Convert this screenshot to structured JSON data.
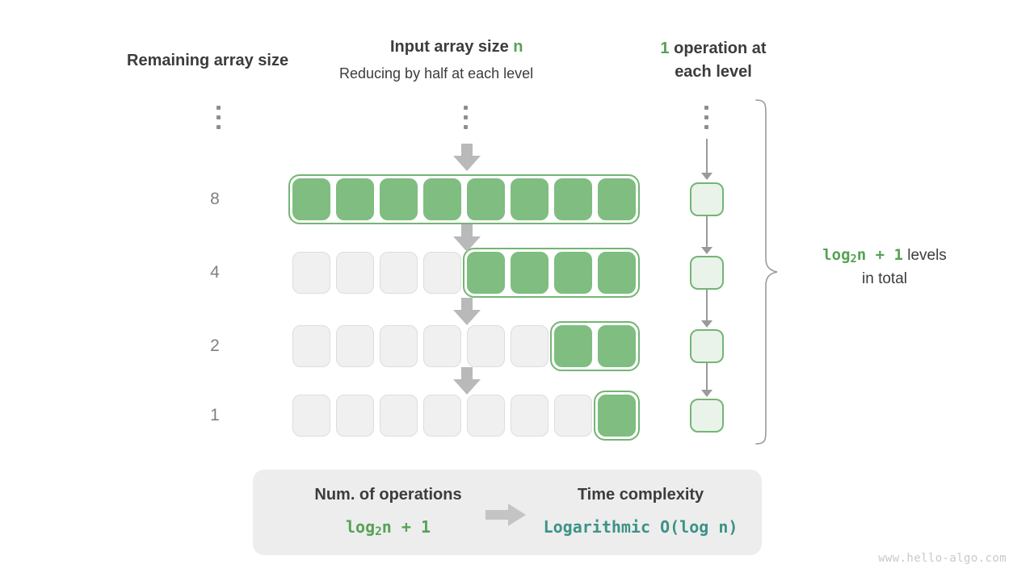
{
  "headers": {
    "left": "Remaining array size",
    "middle_title_prefix": "Input array size ",
    "middle_title_symbol": "n",
    "middle_subtitle": "Reducing by half at each level",
    "right_count": "1",
    "right_text_line1": " operation at",
    "right_text_line2": "each level"
  },
  "ellipsis": {
    "left": "vertical-ellipsis",
    "middle": "vertical-ellipsis",
    "right": "vertical-ellipsis"
  },
  "rows": [
    {
      "label": "8",
      "total_cells": 8,
      "filled_from": 0,
      "filled_count": 8
    },
    {
      "label": "4",
      "total_cells": 8,
      "filled_from": 4,
      "filled_count": 4
    },
    {
      "label": "2",
      "total_cells": 8,
      "filled_from": 6,
      "filled_count": 2
    },
    {
      "label": "1",
      "total_cells": 8,
      "filled_from": 7,
      "filled_count": 1
    }
  ],
  "operations": {
    "box_count": 4,
    "per_level": "1"
  },
  "brace_label": {
    "formula_prefix": "log",
    "formula_sub": "2",
    "formula_suffix": "n + 1",
    "text_line1": " levels",
    "text_line2": "in total"
  },
  "summary": {
    "left_title": "Num. of operations",
    "left_value_prefix": "log",
    "left_value_sub": "2",
    "left_value_suffix": "n + 1",
    "arrow": "right-arrow-icon",
    "right_title": "Time complexity",
    "right_value": "Logarithmic  O(log n)"
  },
  "watermark": "www.hello-algo.com",
  "colors": {
    "green": "#56a256",
    "cell_green": "#7fbd81",
    "cell_green_border": "#74b574",
    "op_box_fill": "#e9f3e9",
    "empty_cell": "#f0f0f0",
    "empty_cell_border": "#dddddd",
    "teal": "#3c9287",
    "arrow_gray": "#b9b9b9",
    "panel_gray": "#ededed",
    "text_dark": "#3c3c3c",
    "label_gray": "#808080",
    "watermark_gray": "#c9c9c9"
  }
}
